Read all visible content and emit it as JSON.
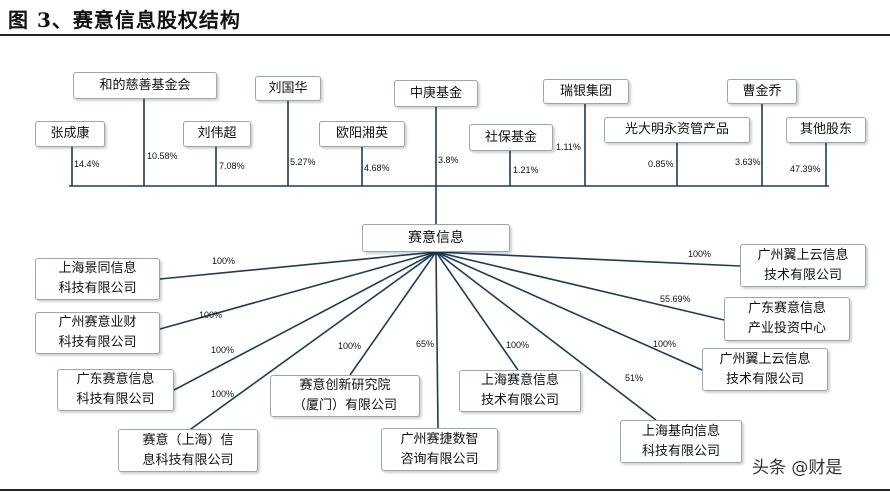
{
  "title": "图 3、赛意信息股权结构",
  "center": "赛意信息",
  "shareholders": [
    {
      "name": "张成康",
      "pct": "14.4%"
    },
    {
      "name": "和的慈善基金会",
      "pct": "10.58%"
    },
    {
      "name": "刘伟超",
      "pct": "7.08%"
    },
    {
      "name": "刘国华",
      "pct": "5.27%"
    },
    {
      "name": "欧阳湘英",
      "pct": "4.68%"
    },
    {
      "name": "中庚基金",
      "pct": "3.8%"
    },
    {
      "name": "社保基金",
      "pct": "1.21%"
    },
    {
      "name": "瑞银集团",
      "pct": "1.11%"
    },
    {
      "name": "光大明永资管产品",
      "pct": "0.85%"
    },
    {
      "name": "曹金乔",
      "pct": "3.63%"
    },
    {
      "name": "其他股东",
      "pct": "47.39%"
    }
  ],
  "subsidiaries": [
    {
      "name": "上海景同信息\n科技有限公司",
      "pct": "100%"
    },
    {
      "name": "广州赛意业财\n科技有限公司",
      "pct": "100%"
    },
    {
      "name": "广东赛意信息\n科技有限公司",
      "pct": "100%"
    },
    {
      "name": "赛意（上海）信\n息科技有限公司",
      "pct": "100%"
    },
    {
      "name": "赛意创新研究院\n（厦门）有限公司",
      "pct": "100%"
    },
    {
      "name": "广州赛捷数智\n咨询有限公司",
      "pct": "65%"
    },
    {
      "name": "上海赛意信息\n技术有限公司",
      "pct": "100%"
    },
    {
      "name": "上海基向信息\n科技有限公司",
      "pct": "51%"
    },
    {
      "name": "广州翼上云信息\n技术有限公司",
      "pct": "100%"
    },
    {
      "name": "广东赛意信息\n产业投资中心",
      "pct": "55.69%"
    },
    {
      "name": "广州翼上云信息\n技术有限公司",
      "pct": "100%"
    }
  ],
  "watermark": "头条 @财是"
}
